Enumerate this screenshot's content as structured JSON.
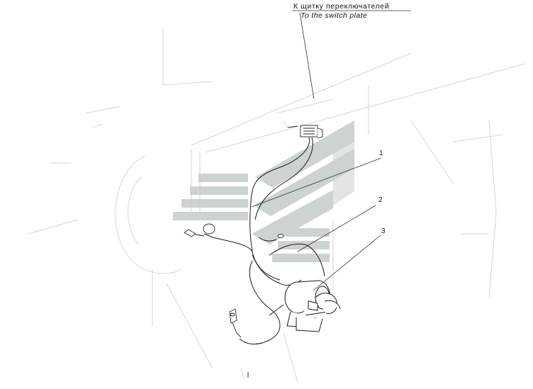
{
  "caption": {
    "ru": "К  щитку переключателей",
    "en": "To the switch plate"
  },
  "callouts": [
    {
      "id": "1",
      "label": "1"
    },
    {
      "id": "2",
      "label": "2"
    },
    {
      "id": "3",
      "label": "3"
    }
  ],
  "colors": {
    "line": "#222222",
    "faint": "#cfcfcf",
    "watermark": "#bfc7c4"
  },
  "watermark": {
    "type": "logo",
    "name": "MTZ-logo-watermark"
  }
}
